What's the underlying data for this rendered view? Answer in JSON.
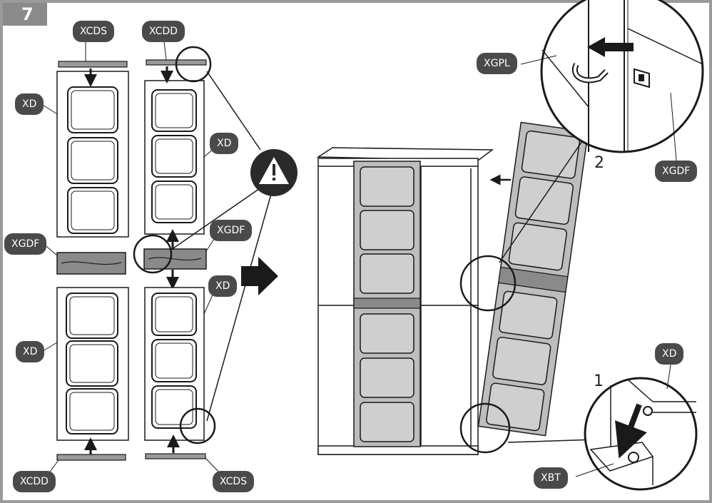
{
  "step": {
    "number": "7"
  },
  "callouts": {
    "xcds_top": "XCDS",
    "xcdd_top": "XCDD",
    "xd_left_top": "XD",
    "xd_right_top": "XD",
    "xgdf_left": "XGDF",
    "xgdf_right": "XGDF",
    "xd_right_bottom": "XD",
    "xd_left_bottom": "XD",
    "xcdd_bottom": "XCDD",
    "xcds_bottom": "XCDS",
    "xgpl": "XGPL",
    "xgdf_detail": "XGDF",
    "xd_detail": "XD",
    "xbt": "XBT"
  },
  "detail_steps": {
    "one": "1",
    "two": "2"
  },
  "colors": {
    "frame": "#9a9a9a",
    "callout": "#4a4a4a",
    "door_fill": "#bdbdbd",
    "line": "#1a1a1a"
  },
  "icons": {
    "warning": "warning-triangle-icon",
    "next": "arrow-right-icon"
  }
}
